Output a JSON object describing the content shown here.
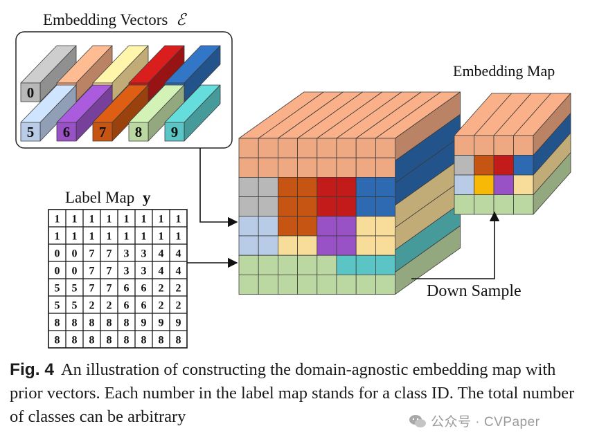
{
  "diagram": {
    "palette_title": "Embedding Vectors",
    "palette_symbol": "ℰ",
    "label_map_title": "Label Map",
    "label_map_symbol": "y",
    "embedding_map_title": "Embedding Map",
    "down_sample_label": "Down Sample",
    "class_colors": {
      "0": "#b8b8b8",
      "1": "#eea882",
      "2": "#f8dc9a",
      "3": "#c31a1a",
      "4": "#2d6ab2",
      "5": "#b8cce8",
      "6": "#9952c6",
      "7": "#c65412",
      "8": "#bcd8a2",
      "9": "#5bc5c5",
      "ds_yellow": "#f8b806"
    },
    "palette_top_row": [
      "0",
      "1",
      "2",
      "3",
      "4"
    ],
    "palette_bottom_row": [
      "5",
      "6",
      "7",
      "8",
      "9"
    ],
    "label_map": [
      [
        "1",
        "1",
        "1",
        "1",
        "1",
        "1",
        "1",
        "1"
      ],
      [
        "1",
        "1",
        "1",
        "1",
        "1",
        "1",
        "1",
        "1"
      ],
      [
        "0",
        "0",
        "7",
        "7",
        "3",
        "3",
        "4",
        "4"
      ],
      [
        "0",
        "0",
        "7",
        "7",
        "3",
        "3",
        "4",
        "4"
      ],
      [
        "5",
        "5",
        "7",
        "7",
        "6",
        "6",
        "2",
        "2"
      ],
      [
        "5",
        "5",
        "2",
        "2",
        "6",
        "6",
        "2",
        "2"
      ],
      [
        "8",
        "8",
        "8",
        "8",
        "8",
        "9",
        "9",
        "9"
      ],
      [
        "8",
        "8",
        "8",
        "8",
        "8",
        "8",
        "8",
        "8"
      ]
    ],
    "big_cube_side_layers": [
      "8",
      "9",
      "2",
      "2",
      "4",
      "4",
      "1"
    ],
    "embedding_map_grid": [
      [
        "1",
        "1",
        "1",
        "1"
      ],
      [
        "0",
        "7",
        "3",
        "4"
      ],
      [
        "5",
        "ds_yellow",
        "6",
        "2"
      ],
      [
        "8",
        "8",
        "8",
        "8"
      ]
    ],
    "small_cube_side_layers": [
      "8",
      "2",
      "4",
      "1"
    ]
  },
  "caption": {
    "figure_label": "Fig. 4",
    "text": "An illustration of constructing the domain-agnostic embedding map with prior vectors. Each number in the label map stands for a class ID. The total number of classes can be arbitrary"
  },
  "watermark": {
    "text": "公众号 · CVPaper"
  }
}
